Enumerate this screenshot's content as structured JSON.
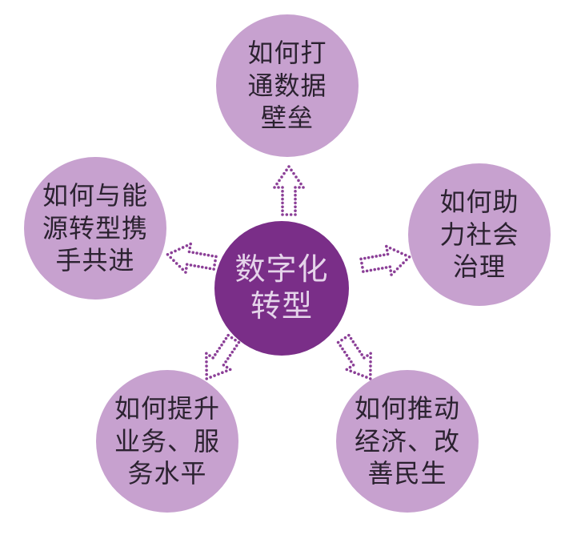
{
  "center": {
    "label": "数字化\n转型"
  },
  "nodes": [
    {
      "id": "top",
      "label": "如何打\n通数据\n壁垒"
    },
    {
      "id": "right",
      "label": "如何助\n力社会\n治理"
    },
    {
      "id": "bottom-right",
      "label": "如何推动\n经济、改\n善民生"
    },
    {
      "id": "bottom-left",
      "label": "如何提升\n业务、服\n务水平"
    },
    {
      "id": "left",
      "label": "如何与能\n源转型携\n手共进"
    }
  ],
  "colors": {
    "center_fill": "#7a2e88",
    "outer_fill": "#c7a1cf",
    "arrow_dots": "#8b3f97",
    "center_text": "#e5d4ea",
    "outer_text": "#2b2230"
  }
}
